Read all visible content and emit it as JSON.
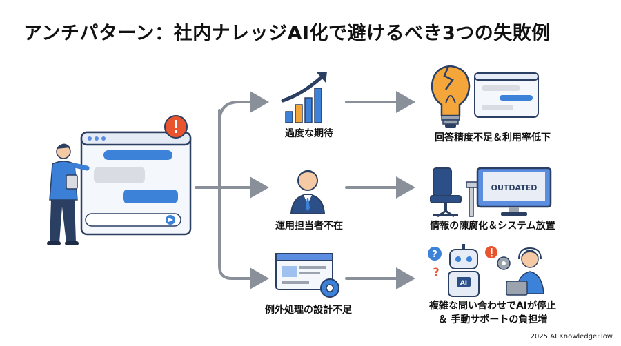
{
  "title": "アンチパターン：社内ナレッジAI化で避けるべき3つの失敗例",
  "causes": [
    {
      "label": "過度な期待"
    },
    {
      "label": "運用担当者不在"
    },
    {
      "label": "例外処理の設計不足"
    }
  ],
  "results": [
    {
      "label": "回答精度不足＆利用率低下"
    },
    {
      "label": "情報の陳腐化＆システム放置"
    },
    {
      "label_line1": "複雑な問い合わせでAIが停止",
      "label_line2": "＆ 手動サポートの負担増"
    }
  ],
  "monitor_text": "OUTDATED",
  "robot_badge": "AI",
  "footer": "2025 AI KnowledgeFlow",
  "colors": {
    "accent_blue": "#2f6fd0",
    "warning": "#e8542e",
    "bulb": "#f4a63a",
    "arrow": "#8a9099",
    "navy": "#2b3f63"
  }
}
